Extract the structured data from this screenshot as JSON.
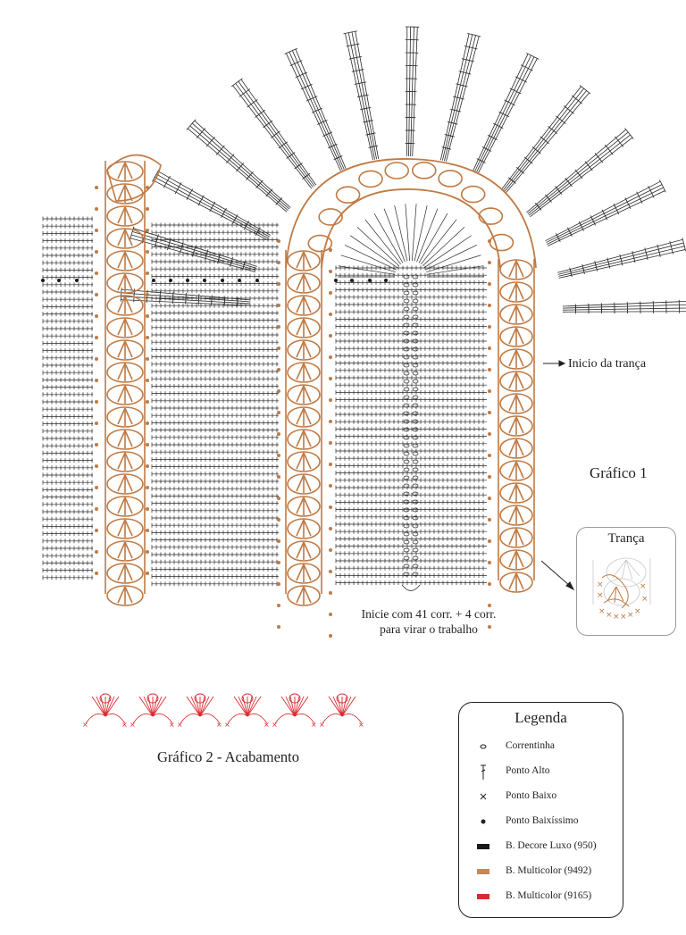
{
  "chart1": {
    "title": "Gráfico 1",
    "inicio_label": "Inicio da trança",
    "start_note_line1": "Inicie com  41 corr. + 4 corr.",
    "start_note_line2": "para virar o trabalho",
    "tranca_title": "Trança"
  },
  "chart2": {
    "title": "Gráfico 2 - Acabamento"
  },
  "legend": {
    "title": "Legenda",
    "items": [
      {
        "symbol": "chain-oval",
        "label": "Correntinha"
      },
      {
        "symbol": "treble-t",
        "label": "Ponto Alto"
      },
      {
        "symbol": "cross-x",
        "label": "Ponto Baixo"
      },
      {
        "symbol": "dot",
        "label": "Ponto Baixíssimo"
      },
      {
        "symbol": "color-bar",
        "label": "B. Decore Luxo (950)",
        "color": "#1a1a1a"
      },
      {
        "symbol": "color-bar",
        "label": "B. Multicolor (9492)",
        "color": "#c8875a"
      },
      {
        "symbol": "color-bar",
        "label": "B. Multicolor (9165)",
        "color": "#d92a2f"
      }
    ]
  },
  "colors": {
    "black_yarn": "#2a2a2a",
    "brown_yarn": "#c07a44",
    "red_yarn": "#d92a2f"
  }
}
